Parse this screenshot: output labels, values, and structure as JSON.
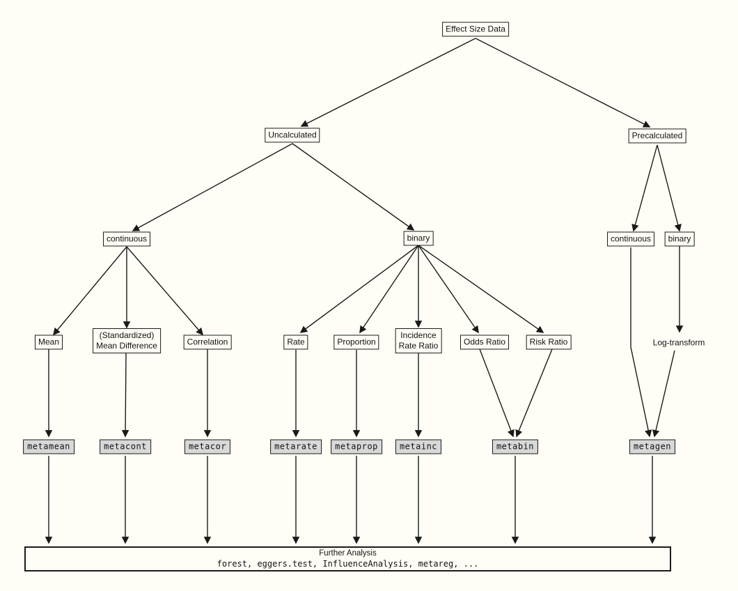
{
  "colors": {
    "background": "#fffdf5",
    "box_border": "#1a1a1a",
    "function_box_fill": "#d8d8d8",
    "connector_line": "#1a1a1a"
  },
  "nodes": {
    "effect_size_data": {
      "label": "Effect Size Data"
    },
    "uncalculated": {
      "label": "Uncalculated"
    },
    "precalculated": {
      "label": "Precalculated"
    },
    "continuous_left": {
      "label": "continuous"
    },
    "binary_mid": {
      "label": "binary"
    },
    "continuous_right": {
      "label": "continuous"
    },
    "binary_right": {
      "label": "binary"
    },
    "mean": {
      "label": "Mean"
    },
    "smd": {
      "label_line1": "(Standardized)",
      "label_line2": "Mean Difference"
    },
    "correlation": {
      "label": "Correlation"
    },
    "rate": {
      "label": "Rate"
    },
    "proportion": {
      "label": "Proportion"
    },
    "incidence_rate_ratio": {
      "label_line1": "Incidence",
      "label_line2": "Rate Ratio"
    },
    "odds_ratio": {
      "label": "Odds Ratio"
    },
    "risk_ratio": {
      "label": "Risk Ratio"
    },
    "log_transform": {
      "label": "Log-transform"
    },
    "metamean": {
      "label": "metamean"
    },
    "metacont": {
      "label": "metacont"
    },
    "metacor": {
      "label": "metacor"
    },
    "metarate": {
      "label": "metarate"
    },
    "metaprop": {
      "label": "metaprop"
    },
    "metainc": {
      "label": "metainc"
    },
    "metabin": {
      "label": "metabin"
    },
    "metagen": {
      "label": "metagen"
    }
  },
  "further_analysis": {
    "title": "Further Analysis",
    "functions_list": "forest, eggers.test, InfluenceAnalysis, metareg, ..."
  }
}
